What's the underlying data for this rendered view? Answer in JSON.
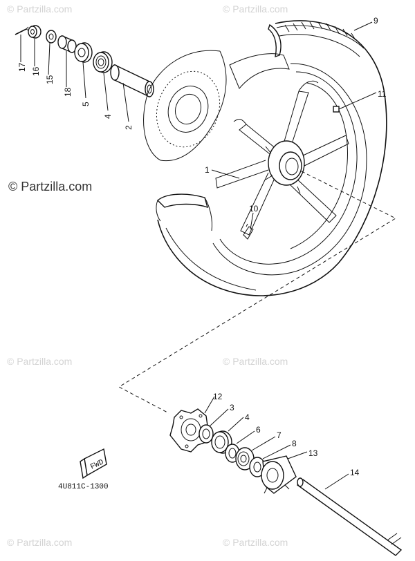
{
  "watermarks": {
    "brand": "© Partzilla.com"
  },
  "callouts": {
    "p1": "1",
    "p2": "2",
    "p3": "3",
    "p4": "4",
    "p5": "5",
    "p6": "6",
    "p7": "7",
    "p8": "8",
    "p9": "9",
    "p10": "10",
    "p11": "11",
    "p12": "12",
    "p13": "13",
    "p14": "14",
    "p15": "15",
    "p16": "16",
    "p17": "17",
    "p18": "18"
  },
  "fwd_tag": "FWD",
  "drawing_code": "4U811C-1300"
}
